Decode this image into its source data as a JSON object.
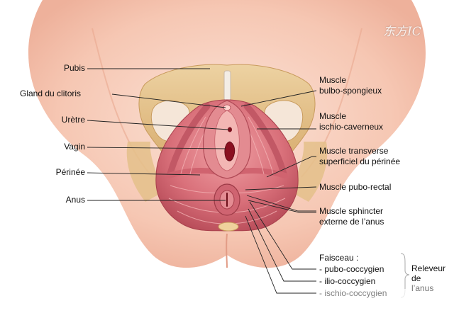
{
  "labels_left": [
    {
      "id": "pubis",
      "text": "Pubis"
    },
    {
      "id": "gland",
      "text": "Gland du clitoris"
    },
    {
      "id": "uretre",
      "text": "Urètre"
    },
    {
      "id": "vagin",
      "text": "Vagin"
    },
    {
      "id": "perinee",
      "text": "Périnée"
    },
    {
      "id": "anus",
      "text": "Anus"
    }
  ],
  "labels_right": [
    {
      "id": "bulbo",
      "line1": "Muscle",
      "line2": "bulbo-spongieux"
    },
    {
      "id": "ischio",
      "line1": "Muscle",
      "line2": "ischio-caverneux"
    },
    {
      "id": "transverse",
      "line1": "Muscle transverse",
      "line2": "superficiel du périnée"
    },
    {
      "id": "pubo_rectal",
      "line1": "Muscle pubo-rectal",
      "line2": ""
    },
    {
      "id": "sphincter",
      "line1": "Muscle sphincter",
      "line2": "externe de l’anus"
    }
  ],
  "faisceau": {
    "title": "Faisceau :",
    "items": [
      "- pubo-coccygien",
      "- ilio-coccygien",
      "- ischio-coccygien"
    ]
  },
  "releveur": {
    "line1": "Releveur",
    "line2": "de",
    "line3": "l’anus"
  },
  "watermark": "东方IC",
  "colors": {
    "skin": "#f7cdbc",
    "skin_shadow": "#e9a893",
    "bone": "#e7c48c",
    "muscle": "#d9707a",
    "muscle_dark": "#b64a57",
    "muscle_light": "#f2a3a6",
    "leader": "#222222"
  }
}
